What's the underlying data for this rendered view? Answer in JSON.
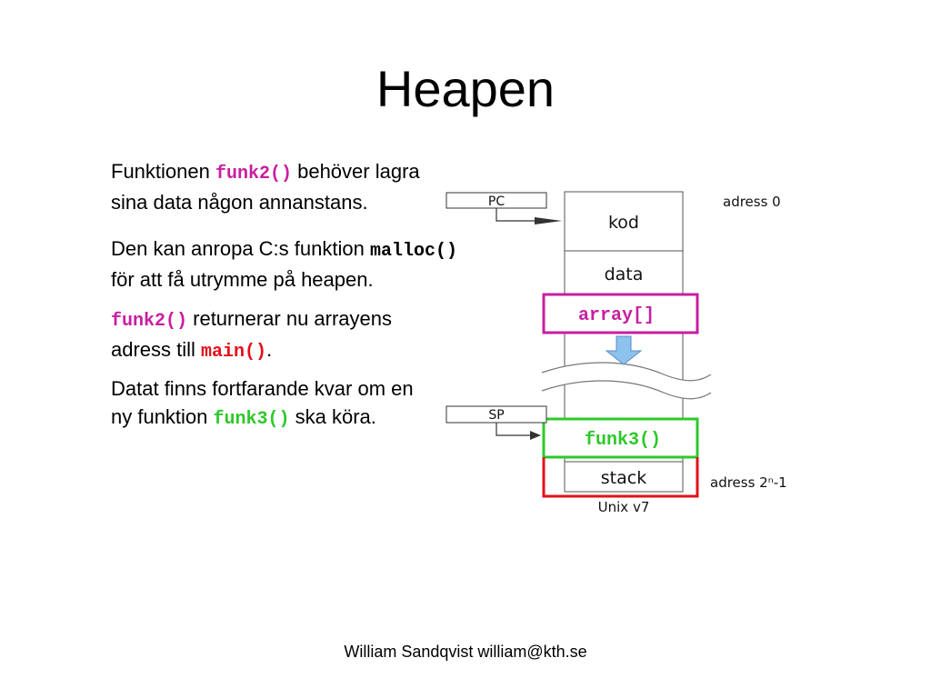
{
  "slide": {
    "title": "Heapen",
    "paragraphs": [
      {
        "line1_a": "Funktionen ",
        "line1_code": "funk2()",
        "line1_b": " behöver lagra",
        "line2": "sina data någon annanstans."
      },
      {
        "line1_a": "Den kan anropa C:s funktion ",
        "line1_code": "malloc()",
        "line2": "för att få utrymme på heapen."
      },
      {
        "line1_code": "funk2()",
        "line1_b": " returnerar nu arrayens",
        "line2_a": "adress till ",
        "line2_code": "main()",
        "line2_b": "."
      },
      {
        "line1": "Datat finns fortfarande kvar om en",
        "line2_a": "ny funktion ",
        "line2_code": "funk3()",
        "line2_b": " ska köra."
      }
    ],
    "footer": "William Sandqvist  william@kth.se"
  },
  "diagram": {
    "pc_label": "PC",
    "sp_label": "SP",
    "segments": [
      "kod",
      "data",
      "stack"
    ],
    "heap_box_label": "array[]",
    "stack_frame_label": "funk3()",
    "address_top": "adress 0",
    "address_bottom": "adress 2ⁿ-1",
    "caption": "Unix v7",
    "colors": {
      "magenta": "#c81ea0",
      "red": "#e3101a",
      "green": "#2ec82a",
      "arrow_fill": "#8ec2ee"
    }
  }
}
